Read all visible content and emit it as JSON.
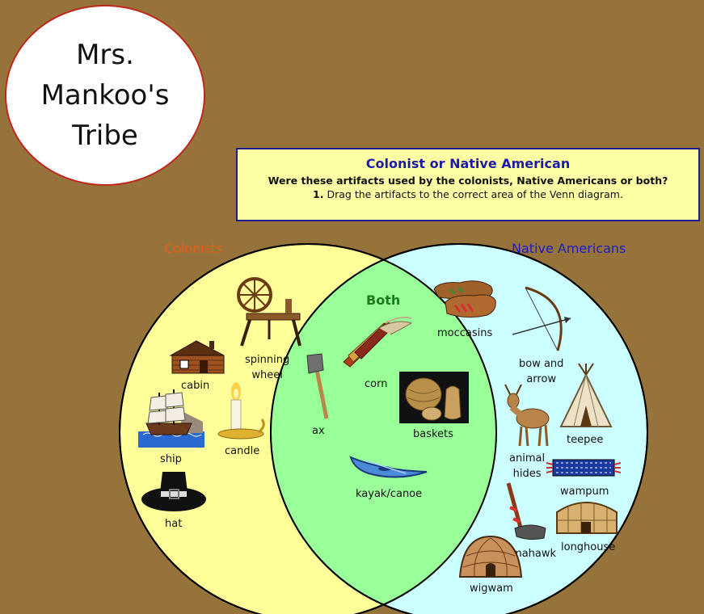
{
  "title": "Mrs.\nMankoo's\nTribe",
  "instructions": {
    "heading": "Colonist or Native American",
    "question": "Were these artifacts used by the colonists, Native Americans or both?",
    "step_number": "1.",
    "step_text": "Drag the artifacts to the correct area of the Venn diagram."
  },
  "venn": {
    "left_label": "Colonists",
    "right_label": "Native Americans",
    "center_label": "Both",
    "colors": {
      "background": "#95733a",
      "left_fill": "#ffff99",
      "right_fill": "#ccffff",
      "overlap_fill": "#99ff99",
      "left_label": "#e0601a",
      "right_label": "#1c1cc8",
      "center_label": "#1a7a1a"
    }
  },
  "artifacts": {
    "cabin": "cabin",
    "spinning_wheel": "spinning\nwheel",
    "ship": "ship",
    "candle": "candle",
    "hat": "hat",
    "corn": "corn",
    "ax": "ax",
    "baskets": "baskets",
    "kayak": "kayak/canoe",
    "moccasins": "moccasins",
    "bow": "bow and\narrow",
    "animal_hides": "animal\nhides",
    "teepee": "teepee",
    "wampum": "wampum",
    "tomahawk": "tomahawk",
    "longhouse": "longhouse",
    "wigwam": "wigwam"
  }
}
